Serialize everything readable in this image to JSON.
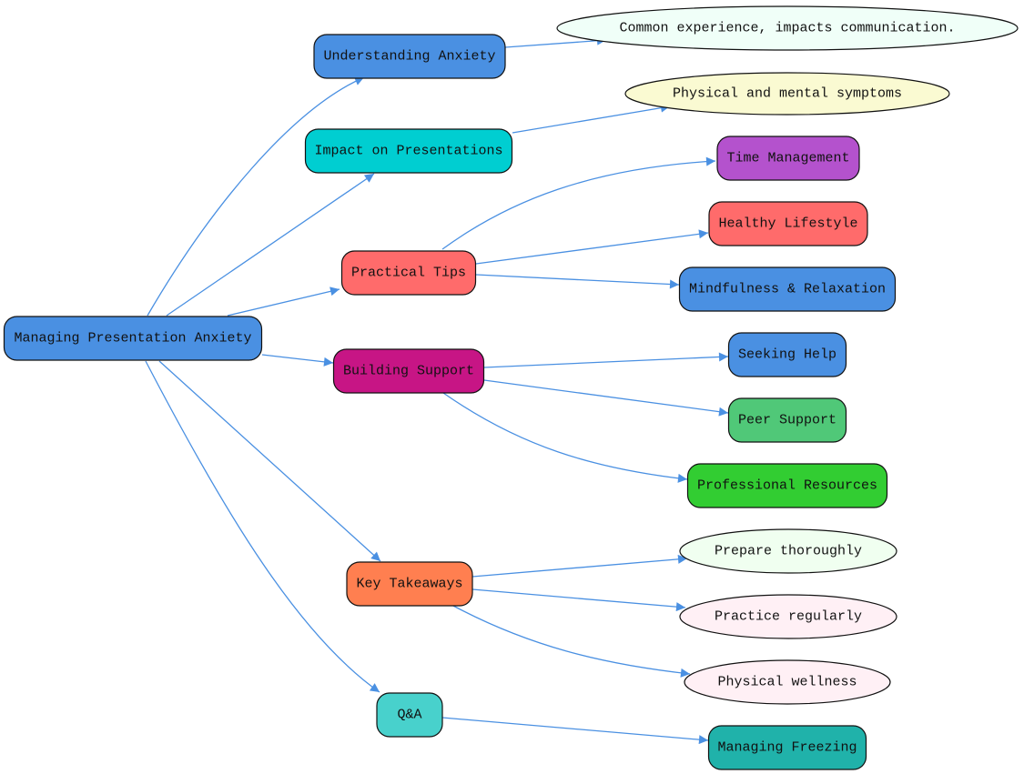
{
  "title": "Managing Presentation Anxiety",
  "colors": {
    "edge": "#4A90E2"
  },
  "nodes": {
    "root": {
      "label": "Managing Presentation Anxiety",
      "fill": "#4A90E2"
    },
    "understanding": {
      "label": "Understanding Anxiety",
      "fill": "#4A90E2"
    },
    "impact": {
      "label": "Impact on Presentations",
      "fill": "#00CED1"
    },
    "tips": {
      "label": "Practical Tips",
      "fill": "#FF6B6B"
    },
    "support": {
      "label": "Building Support",
      "fill": "#C71585"
    },
    "takeaways": {
      "label": "Key Takeaways",
      "fill": "#FF7F50"
    },
    "qa": {
      "label": "Q&A",
      "fill": "#48D1CC"
    },
    "common": {
      "label": "Common experience, impacts communication.",
      "fill": "#F0FFF8"
    },
    "symptoms": {
      "label": "Physical and mental symptoms",
      "fill": "#FAFAD2"
    },
    "time": {
      "label": "Time Management",
      "fill": "#B452CD"
    },
    "healthy": {
      "label": "Healthy Lifestyle",
      "fill": "#FF6B6B"
    },
    "mindfulness": {
      "label": "Mindfulness & Relaxation",
      "fill": "#4A90E2"
    },
    "seeking": {
      "label": "Seeking Help",
      "fill": "#4A90E2"
    },
    "peer": {
      "label": "Peer Support",
      "fill": "#50C878"
    },
    "professional": {
      "label": "Professional Resources",
      "fill": "#32CD32"
    },
    "prepare": {
      "label": "Prepare thoroughly",
      "fill": "#F0FFF0"
    },
    "practice": {
      "label": "Practice regularly",
      "fill": "#FFF0F5"
    },
    "wellness": {
      "label": "Physical wellness",
      "fill": "#FFF0F5"
    },
    "freezing": {
      "label": "Managing Freezing",
      "fill": "#20B2AA"
    }
  }
}
